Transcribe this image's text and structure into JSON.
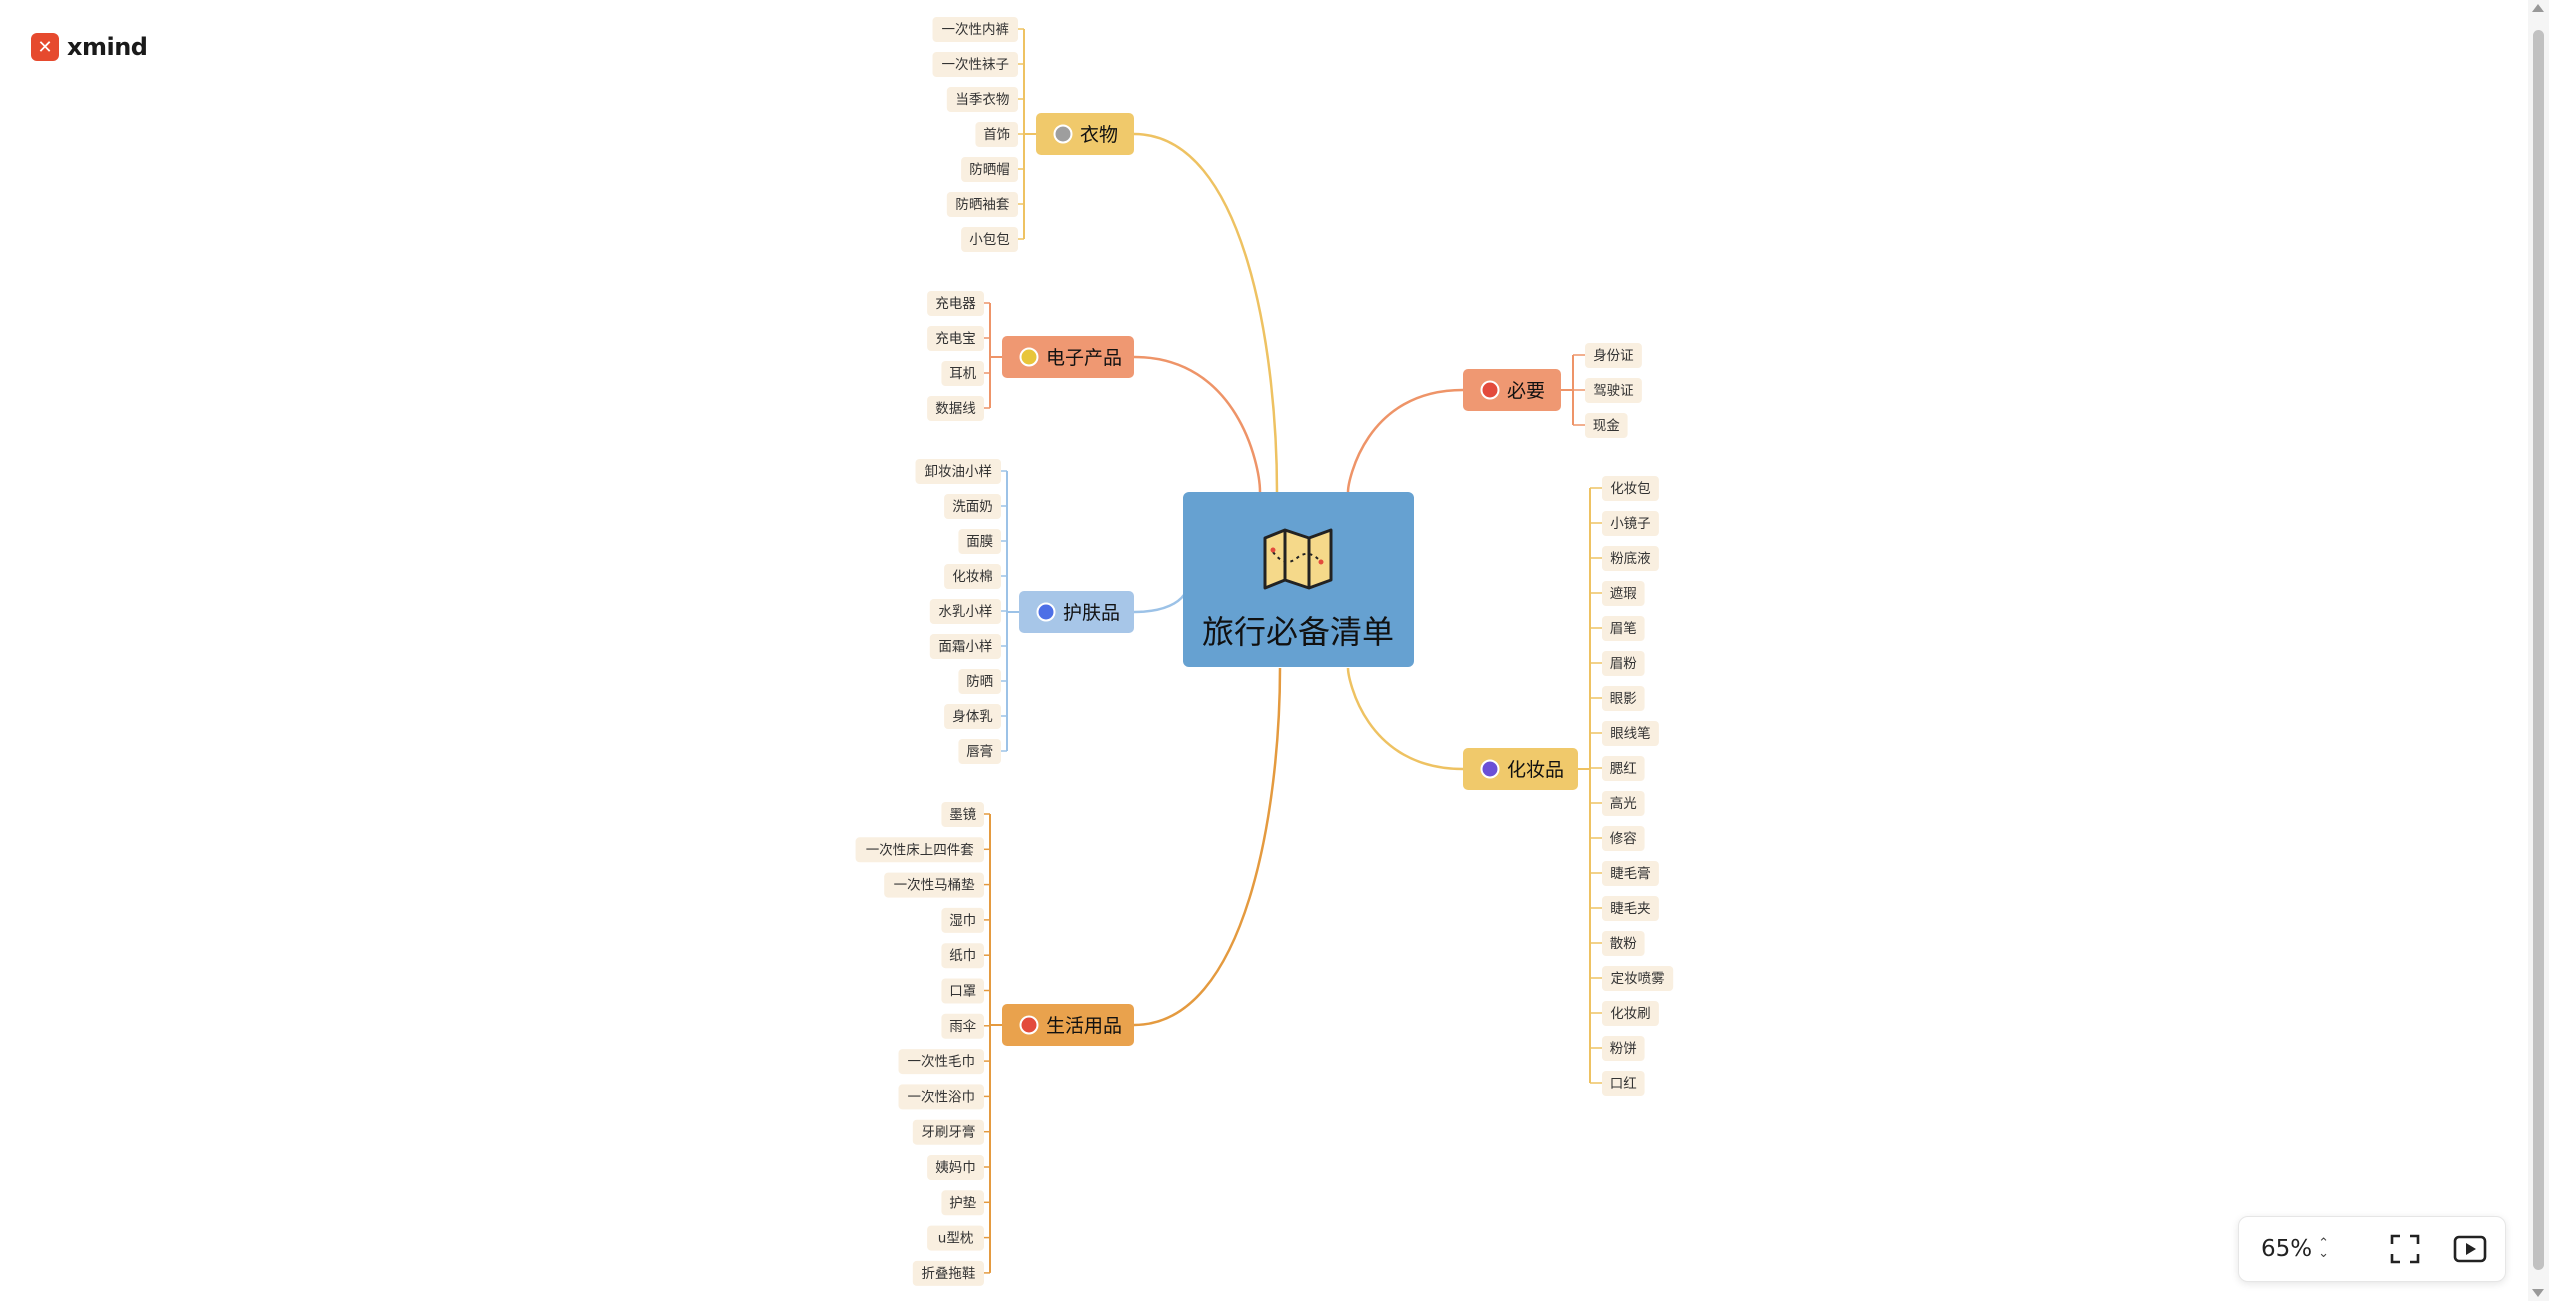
{
  "app": {
    "name": "xmind"
  },
  "central": {
    "title": "旅行必备清单",
    "color": "#66a1d1"
  },
  "branches": [
    {
      "id": "clothes",
      "label": "衣物",
      "color": "#f0c96b",
      "dot": "#9e9e9e",
      "line": "#eec262",
      "items": [
        "一次性内裤",
        "一次性袜子",
        "当季衣物",
        "首饰",
        "防晒帽",
        "防晒袖套",
        "小包包"
      ]
    },
    {
      "id": "electronics",
      "label": "电子产品",
      "color": "#ef9872",
      "dot": "#e8c53a",
      "line": "#ee9468",
      "items": [
        "充电器",
        "充电宝",
        "耳机",
        "数据线"
      ]
    },
    {
      "id": "skincare",
      "label": "护肤品",
      "color": "#a7c6e8",
      "dot": "#4d6fe6",
      "line": "#9cc2e7",
      "items": [
        "卸妆油小样",
        "洗面奶",
        "面膜",
        "化妆棉",
        "水乳小样",
        "面霜小样",
        "防晒",
        "身体乳",
        "唇膏"
      ]
    },
    {
      "id": "daily",
      "label": "生活用品",
      "color": "#e9a24d",
      "dot": "#e34b3c",
      "line": "#e49a3f",
      "items": [
        "墨镜",
        "一次性床上四件套",
        "一次性马桶垫",
        "湿巾",
        "纸巾",
        "口罩",
        "雨伞",
        "一次性毛巾",
        "一次性浴巾",
        "牙刷牙膏",
        "姨妈巾",
        "护垫",
        "u型枕",
        "折叠拖鞋"
      ]
    },
    {
      "id": "essentials",
      "label": "必要",
      "color": "#ef9872",
      "dot": "#e34b3c",
      "line": "#ee9468",
      "items": [
        "身份证",
        "驾驶证",
        "现金"
      ]
    },
    {
      "id": "cosmetics",
      "label": "化妆品",
      "color": "#f0c96b",
      "dot": "#6b4fd6",
      "line": "#eec262",
      "items": [
        "化妆包",
        "小镜子",
        "粉底液",
        "遮瑕",
        "眉笔",
        "眉粉",
        "眼影",
        "眼线笔",
        "腮红",
        "高光",
        "修容",
        "睫毛膏",
        "睫毛夹",
        "散粉",
        "定妆喷雾",
        "化妆刷",
        "粉饼",
        "口红"
      ]
    }
  ],
  "toolbar": {
    "zoom": "65%"
  }
}
